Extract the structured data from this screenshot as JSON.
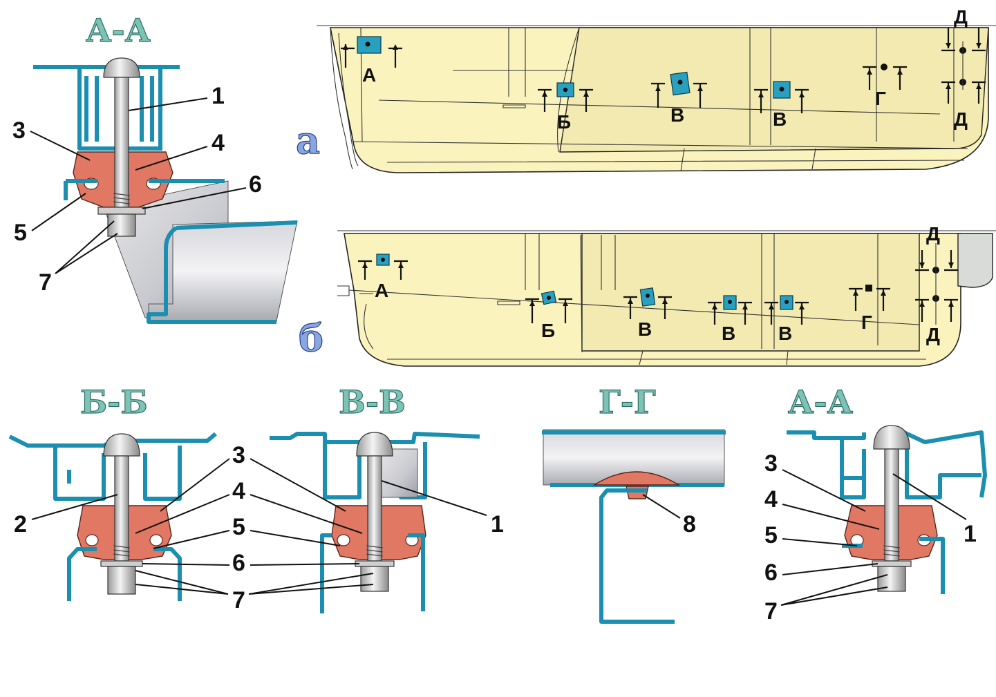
{
  "colors": {
    "frame_blue": "#1a8fb0",
    "rubber_pad": "#e07864",
    "body_cream": "#fbf3bd",
    "title_green": "#7cc3b6",
    "view_letter_blue": "#8aa6e0"
  },
  "sections": {
    "aa_top": {
      "title": "А-А",
      "callouts": [
        "1",
        "3",
        "4",
        "5",
        "6",
        "7"
      ]
    },
    "bb": {
      "title": "Б-Б",
      "callouts": [
        "2",
        "3",
        "4",
        "5",
        "6",
        "7"
      ]
    },
    "vv": {
      "title": "В-В",
      "callouts": [
        "3",
        "4",
        "5",
        "1",
        "6",
        "7"
      ]
    },
    "gg": {
      "title": "Г-Г",
      "callouts": [
        "8"
      ]
    },
    "aa_bottom": {
      "title": "А-А",
      "callouts": [
        "3",
        "4",
        "5",
        "1",
        "6",
        "7"
      ]
    }
  },
  "views": {
    "a": {
      "letter": "а",
      "markers": {
        "A": "А",
        "B": "Б",
        "V1": "В",
        "V2": "В",
        "G": "Г",
        "D_top": "Д",
        "D_bottom": "Д"
      }
    },
    "b": {
      "letter": "б",
      "markers": {
        "A": "А",
        "B": "Б",
        "V1": "В",
        "V2": "В",
        "V3": "В",
        "G": "Г",
        "D_top": "Д",
        "D_bottom": "Д"
      }
    }
  }
}
